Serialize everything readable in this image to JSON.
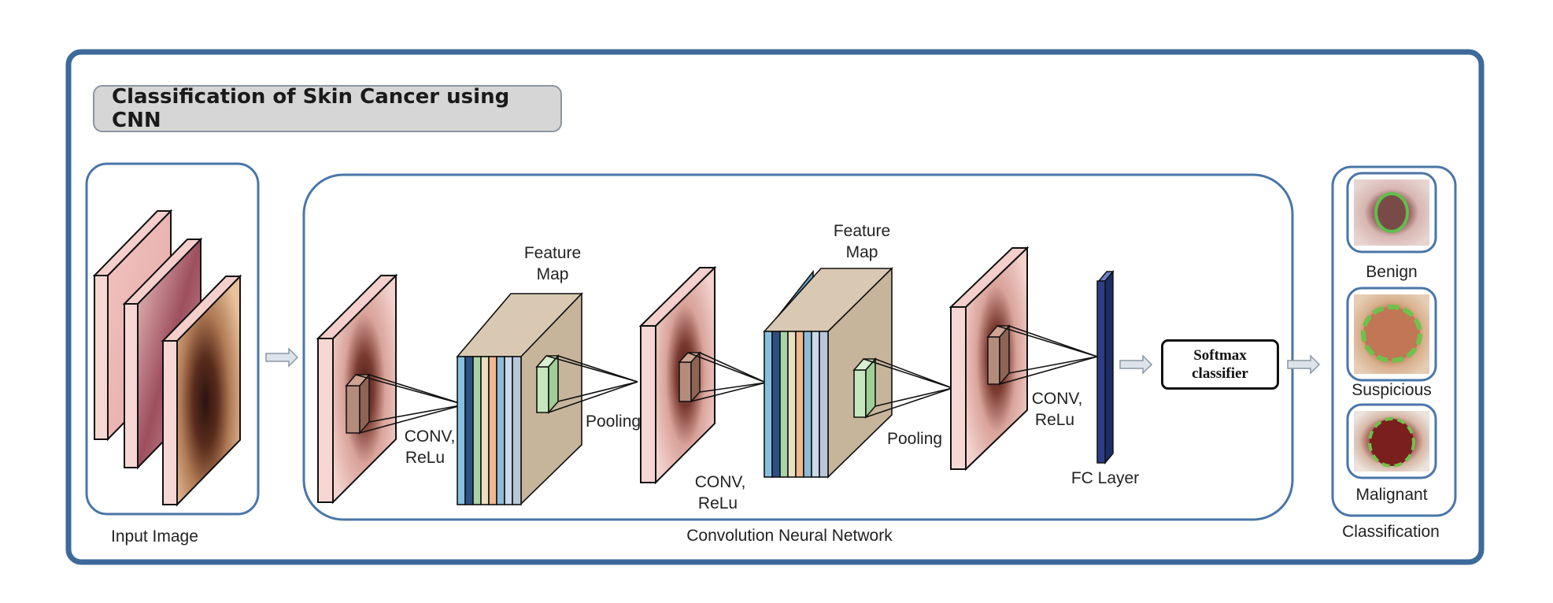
{
  "title": "Classification of Skin Cancer using CNN",
  "sections": {
    "input": "Input Image",
    "cnn": "Convolution Neural Network",
    "classification": "Classification"
  },
  "layers": {
    "conv1": [
      "CONV,",
      "ReLu"
    ],
    "feature_map_1": [
      "Feature",
      "Map"
    ],
    "pooling_1": "Pooling",
    "conv2": [
      "CONV,",
      "ReLu"
    ],
    "feature_map_2": [
      "Feature",
      "Map"
    ],
    "pooling_2": "Pooling",
    "conv3": [
      "CONV,",
      "ReLu"
    ],
    "fc": "FC Layer"
  },
  "softmax": [
    "Softmax",
    "classifier"
  ],
  "classes": [
    "Benign",
    "Suspicious",
    "Malignant"
  ],
  "colors": {
    "frame_border": "#3d6a9a",
    "skin": "#f2c9c4",
    "feature_face": "#c8b49a",
    "fc_layer": "#1e2c66"
  }
}
